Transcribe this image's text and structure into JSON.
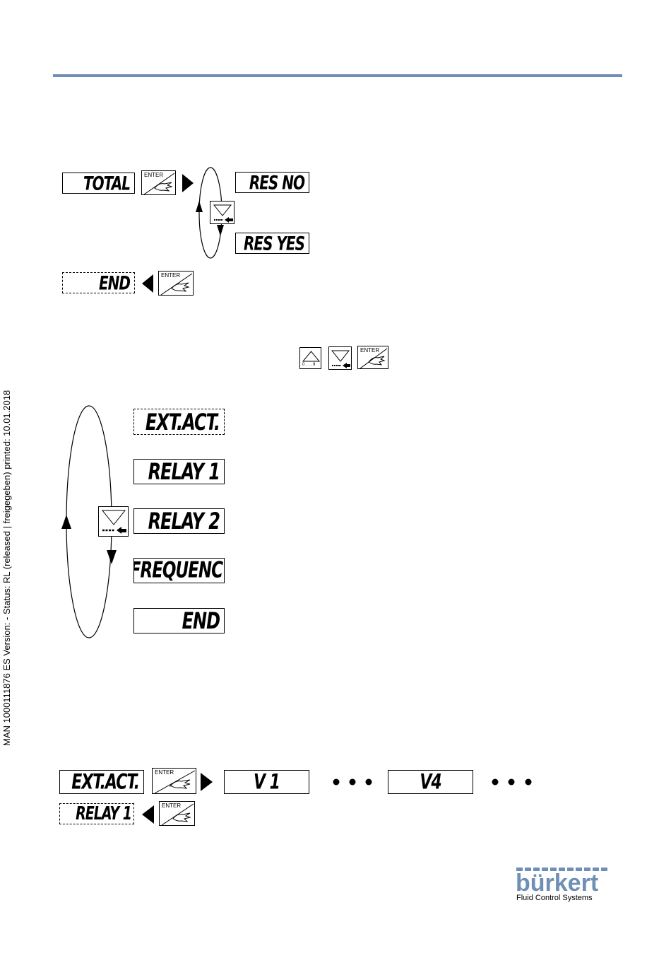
{
  "sidebar": {
    "document_info": "MAN  1000111876  ES  Version: - Status: RL (released | freigegeben)  printed: 10.01.2018"
  },
  "keys": {
    "enter_label": "ENTER",
    "up_scale": "0 . . . 9"
  },
  "section1": {
    "total": "TOTAL",
    "res_no": "RES NO",
    "res_yes": "RES YES",
    "end": "END"
  },
  "section2": {
    "items": [
      "EXT.ACT.",
      "RELAY 1",
      "RELAY 2",
      "FREQUENC",
      "END"
    ]
  },
  "section3": {
    "ext_act": "EXT.ACT.",
    "v1": "V 1",
    "v4": "V4",
    "relay1": "RELAY 1"
  },
  "logo": {
    "word": "bürkert",
    "tagline": "Fluid Control Systems"
  },
  "colors": {
    "rule": "#6f8fb4",
    "brand": "#6f8fb4"
  }
}
